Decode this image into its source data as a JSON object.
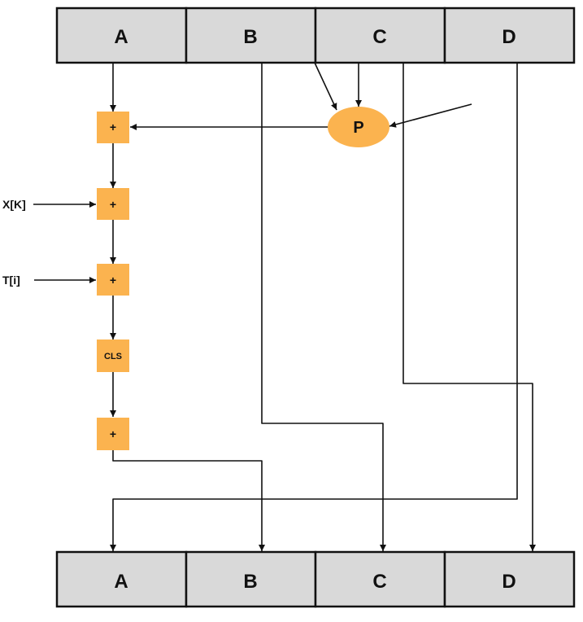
{
  "top_registers": [
    "A",
    "B",
    "C",
    "D"
  ],
  "bottom_registers": [
    "A",
    "B",
    "C",
    "D"
  ],
  "ops": {
    "add1": "+",
    "add2": "+",
    "add3": "+",
    "cls": "CLS",
    "add4": "+"
  },
  "p_node": "P",
  "inputs": {
    "xk": "X[K]",
    "ti": "T[i]"
  },
  "colors": {
    "register_fill": "#d9d9d9",
    "op_fill": "#fbb34f",
    "line": "#111111"
  }
}
